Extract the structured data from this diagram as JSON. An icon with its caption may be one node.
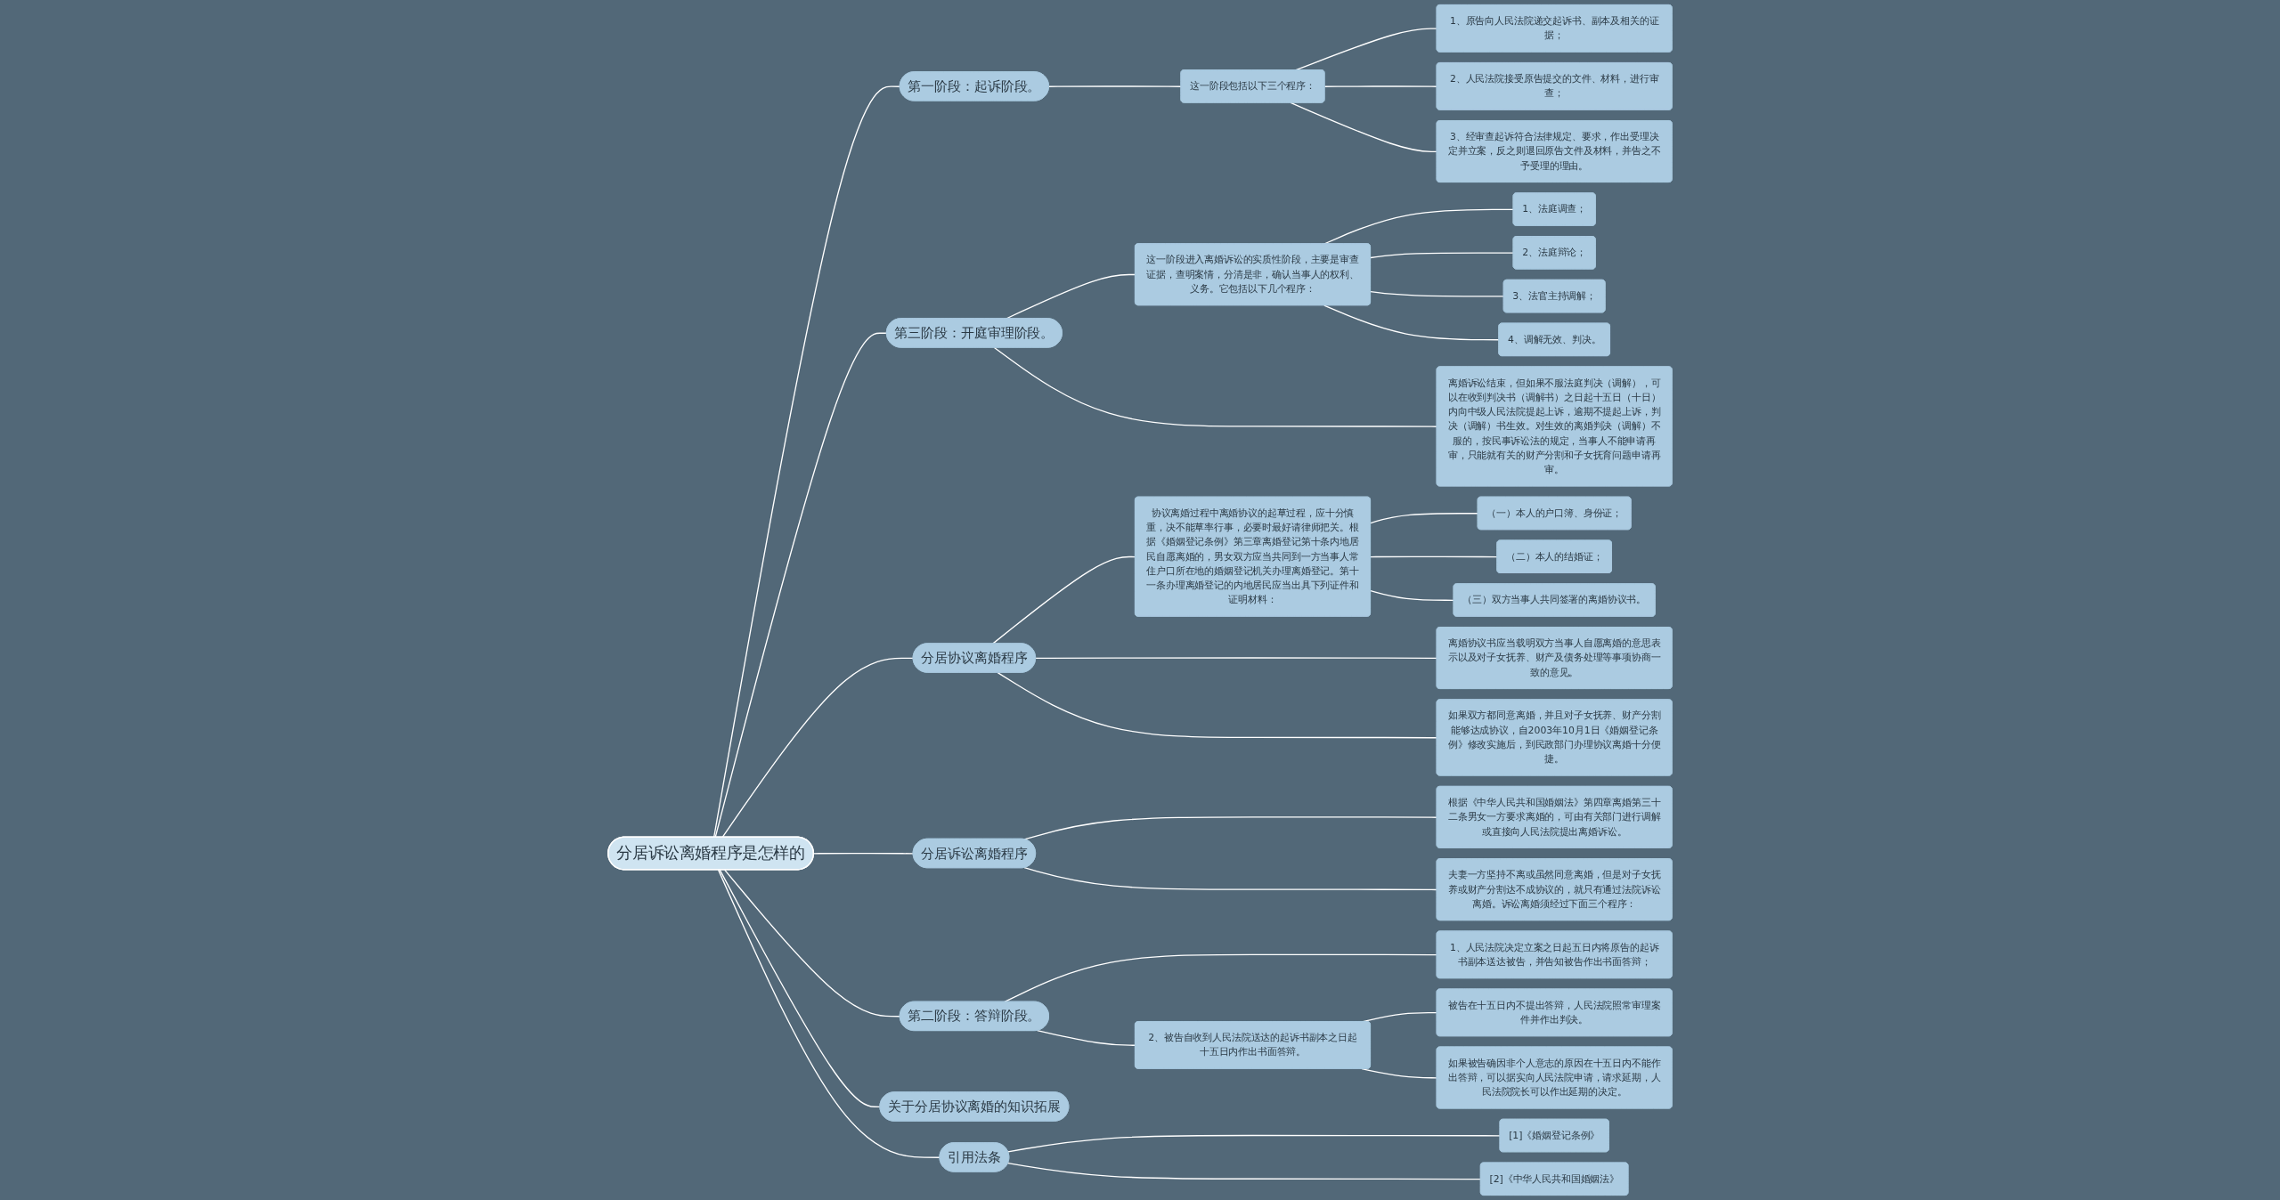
{
  "diagram": {
    "nodes": [
      {
        "text": [
          "分居诉讼离婚程序是怎样的"
        ]
      },
      {
        "text": [
          "第一阶段：起诉阶段。"
        ]
      },
      {
        "text": [
          "这一阶段包括以下三个程序："
        ]
      },
      {
        "text": [
          "1、原告向人民法院递交起诉书、副本及相关的证据；"
        ]
      },
      {
        "text": [
          "2、人民法院接受原告提交的文件、材料，进行审查；"
        ]
      },
      {
        "text": [
          "3、经审查起诉符合法律规定、要求，作出受理决定并立案，反之则退回原告文件及材料，并告之不予受理的理由。"
        ]
      },
      {
        "text": [
          "第三阶段：开庭审理阶段。"
        ]
      },
      {
        "text": [
          "这一阶段进入离婚诉讼的实质性阶段，主要是审查证据，查明案情，分清是非，确认当事人的权利、义务。它包括以下几个程序："
        ]
      },
      {
        "text": [
          "1、法庭调查；"
        ]
      },
      {
        "text": [
          "2、法庭辩论；"
        ]
      },
      {
        "text": [
          "3、法官主持调解；"
        ]
      },
      {
        "text": [
          "4、调解无效、判决。"
        ]
      },
      {
        "text": [
          "离婚诉讼结束，但如果不服法庭判决（调解），可以在收到判决书（调解书）之日起十五日（十日）内向中级人民法院提起上诉，逾期不提起上诉，判决（调解）书生效。对生效的离婚判决（调解）不服的，按民事诉讼法的规定，当事人不能申请再审，只能就有关的财产分割和子女抚育问题申请再审。"
        ]
      },
      {
        "text": [
          "分居协议离婚程序"
        ]
      },
      {
        "text": [
          "协议离婚过程中离婚协议的起草过程，应十分慎重，决不能草率行事，必要时最好请律师把关。根据《婚姻登记条例》第三章离婚登记第十条内地居民自愿离婚的，男女双方应当共同到一方当事人常住户口所在地的婚姻登记机关办理离婚登记。第十一条办理离婚登记的内地居民应当出具下列证件和证明材料："
        ]
      },
      {
        "text": [
          "（一）本人的户口簿、身份证；"
        ]
      },
      {
        "text": [
          "（二）本人的结婚证；"
        ]
      },
      {
        "text": [
          "（三）双方当事人共同签署的离婚协议书。"
        ]
      },
      {
        "text": [
          "离婚协议书应当载明双方当事人自愿离婚的意思表示以及对子女抚养、财产及债务处理等事项协商一致的意见。"
        ]
      },
      {
        "text": [
          "如果双方都同意离婚，并且对子女抚养、财产分割能够达成协议，自2003年10月1日《婚姻登记条例》修改实施后，到民政部门办理协议离婚十分便捷。"
        ]
      },
      {
        "text": [
          "分居诉讼离婚程序"
        ]
      },
      {
        "text": [
          "根据《中华人民共和国婚姻法》第四章离婚第三十二条男女一方要求离婚的，可由有关部门进行调解或直接向人民法院提出离婚诉讼。"
        ]
      },
      {
        "text": [
          "夫妻一方坚持不离或虽然同意离婚，但是对子女抚养或财产分割达不成协议的，就只有通过法院诉讼离婚。诉讼离婚须经过下面三个程序："
        ]
      },
      {
        "text": [
          "第二阶段：答辩阶段。"
        ]
      },
      {
        "text": [
          "1、人民法院决定立案之日起五日内将原告的起诉书副本送达被告，并告知被告作出书面答辩；"
        ]
      },
      {
        "text": [
          "2、被告自收到人民法院送达的起诉书副本之日起十五日内作出书面答辩。"
        ]
      },
      {
        "text": [
          "被告在十五日内不提出答辩，人民法院照常审理案件并作出判决。"
        ]
      },
      {
        "text": [
          "如果被告确因非个人意志的原因在十五日内不能作出答辩，可以据实向人民法院申请，请求延期，人民法院院长可以作出延期的决定。"
        ]
      },
      {
        "text": [
          "关于分居协议离婚的知识拓展"
        ]
      },
      {
        "text": [
          "引用法条"
        ]
      },
      {
        "text": [
          "[1]《婚姻登记条例》"
        ]
      },
      {
        "text": [
          "[2]《中华人民共和国婚姻法》"
        ]
      }
    ],
    "edges": [
      {
        "from": 0,
        "to": 1,
        "arrow": "none"
      },
      {
        "from": 1,
        "to": 2,
        "arrow": "none"
      },
      {
        "from": 2,
        "to": 3,
        "arrow": "none"
      },
      {
        "from": 2,
        "to": 4,
        "arrow": "none"
      },
      {
        "from": 2,
        "to": 5,
        "arrow": "none"
      },
      {
        "from": 0,
        "to": 6,
        "arrow": "none"
      },
      {
        "from": 6,
        "to": 7,
        "arrow": "none"
      },
      {
        "from": 7,
        "to": 8,
        "arrow": "none"
      },
      {
        "from": 7,
        "to": 9,
        "arrow": "none"
      },
      {
        "from": 7,
        "to": 10,
        "arrow": "none"
      },
      {
        "from": 7,
        "to": 11,
        "arrow": "none"
      },
      {
        "from": 6,
        "to": 12,
        "arrow": "none"
      },
      {
        "from": 0,
        "to": 13,
        "arrow": "none"
      },
      {
        "from": 13,
        "to": 14,
        "arrow": "none"
      },
      {
        "from": 14,
        "to": 15,
        "arrow": "none"
      },
      {
        "from": 14,
        "to": 16,
        "arrow": "none"
      },
      {
        "from": 14,
        "to": 17,
        "arrow": "none"
      },
      {
        "from": 13,
        "to": 18,
        "arrow": "none"
      },
      {
        "from": 13,
        "to": 19,
        "arrow": "none"
      },
      {
        "from": 0,
        "to": 20,
        "arrow": "none"
      },
      {
        "from": 20,
        "to": 21,
        "arrow": "none"
      },
      {
        "from": 20,
        "to": 22,
        "arrow": "none"
      },
      {
        "from": 0,
        "to": 23,
        "arrow": "none"
      },
      {
        "from": 23,
        "to": 24,
        "arrow": "none"
      },
      {
        "from": 23,
        "to": 25,
        "arrow": "none"
      },
      {
        "from": 25,
        "to": 26,
        "arrow": "none"
      },
      {
        "from": 25,
        "to": 27,
        "arrow": "none"
      },
      {
        "from": 0,
        "to": 28,
        "arrow": "none"
      },
      {
        "from": 0,
        "to": 29,
        "arrow": "none"
      },
      {
        "from": 29,
        "to": 30,
        "arrow": "none"
      },
      {
        "from": 29,
        "to": 31,
        "arrow": "none"
      }
    ]
  }
}
